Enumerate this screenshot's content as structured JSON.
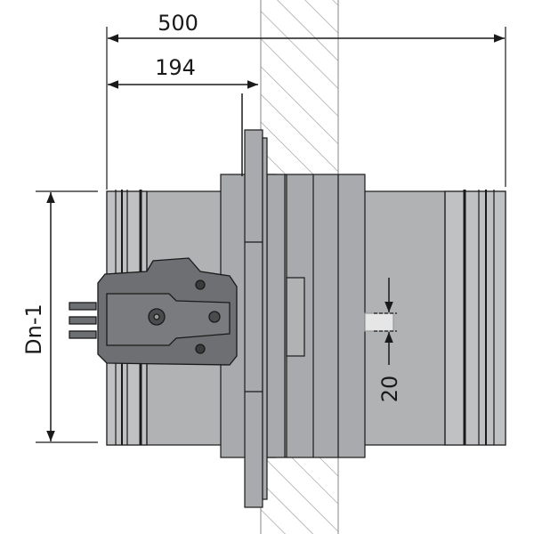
{
  "dimensions": {
    "overall_length": "500",
    "actuator_offset": "194",
    "diameter": "Dn-1",
    "gap": "20"
  },
  "colors": {
    "duct": "#b1b2b4",
    "flange": "#a9aaad",
    "actuator": "#6e6f72",
    "line": "#1a1a1a",
    "hatch": "#9a9a9a"
  }
}
